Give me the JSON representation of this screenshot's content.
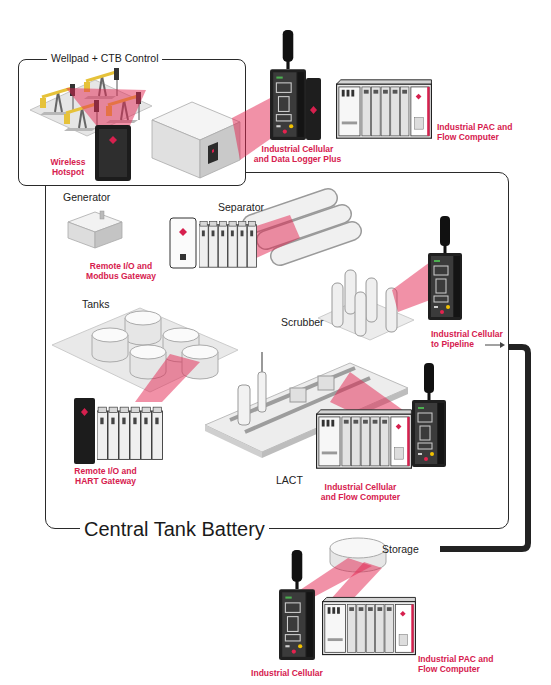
{
  "diagram": {
    "nodes": [
      {
        "text": [
          "Wellpad + CTB Control"
        ]
      },
      {
        "text": [
          "Central Tank Battery"
        ]
      }
    ],
    "labels": [
      "Wireless Hotspot",
      "Industrial Cellular and Data Logger Plus",
      "Industrial PAC and Flow Computer",
      "Generator",
      "Separator",
      "Remote I/O and Modbus Gateway",
      "Tanks",
      "Scrubber",
      "Industrial Cellular to Pipeline",
      "Remote I/O and HART Gateway",
      "LACT",
      "Industrial Cellular and Flow Computer",
      "Storage",
      "Industrial Cellular",
      "Industrial PAC and Flow Computer"
    ]
  }
}
